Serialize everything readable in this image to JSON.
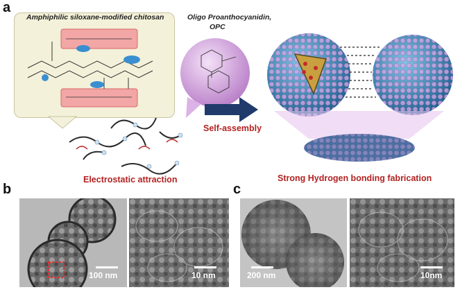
{
  "panels": {
    "a": "a",
    "b": "b",
    "c": "c"
  },
  "panel_a": {
    "chitosan_label": "Amphiphilic siloxane-modified chitosan",
    "opc_label_line1": "Oligo Proanthocyanidin,",
    "opc_label_line2": "OPC",
    "electrostatic_label": "Electrostatic attraction",
    "self_assembly_label": "Self-assembly",
    "hbond_label": "Strong Hydrogen bonding fabrication"
  },
  "panel_b": {
    "scale_left": "100 nm",
    "scale_right": "10 nm"
  },
  "panel_c": {
    "scale_left": "200 nm",
    "scale_right": "10nm"
  },
  "colors": {
    "caption_red": "#b22222",
    "arrow_navy": "#1f3a6b",
    "sphere_blue": "#2f86b8",
    "opc_purple": "#c58fd0",
    "bubble_cream": "#f3f1d9"
  }
}
